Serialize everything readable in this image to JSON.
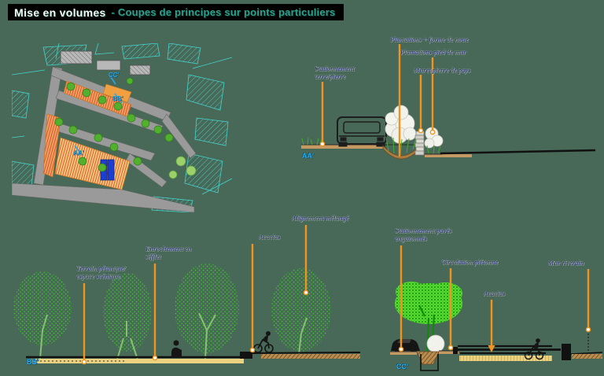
{
  "title": {
    "primary": "Mise en volumes",
    "secondary": "- Coupes de principes sur points particuliers"
  },
  "plan": {
    "section_marker_cc": "CC'",
    "section_marker_bb": "BB'",
    "section_marker_aa": "AA'"
  },
  "sections": {
    "aa": {
      "id_label": "AA'",
      "annotations": [
        {
          "text": "Stationnement\nterre/pierre"
        },
        {
          "text": "Plantations + forme de noue"
        },
        {
          "text": "Plantations pied de mur"
        },
        {
          "text": "Muret pierre de pays"
        }
      ]
    },
    "bb": {
      "id_label": "BB'",
      "annotations": [
        {
          "text": "Terrain pétanque/\nespace scénique"
        },
        {
          "text": "Enrochement en\nsifflet"
        },
        {
          "text": "Acacias"
        },
        {
          "text": "Alignement mélangé"
        }
      ]
    },
    "cc": {
      "id_label": "CC'",
      "annotations": [
        {
          "text": "Stationnement pavés\nengazonnés"
        },
        {
          "text": "Circulation piétonne"
        },
        {
          "text": "Acacias"
        },
        {
          "text": "Mur riverain"
        }
      ]
    }
  },
  "colors": {
    "background": "#486858",
    "leader_orange": "#f0941d",
    "annotation_blue": "#333f6e",
    "marker_cyan_blue": "#2bb0ef",
    "title_teal": "#2ea08c"
  }
}
